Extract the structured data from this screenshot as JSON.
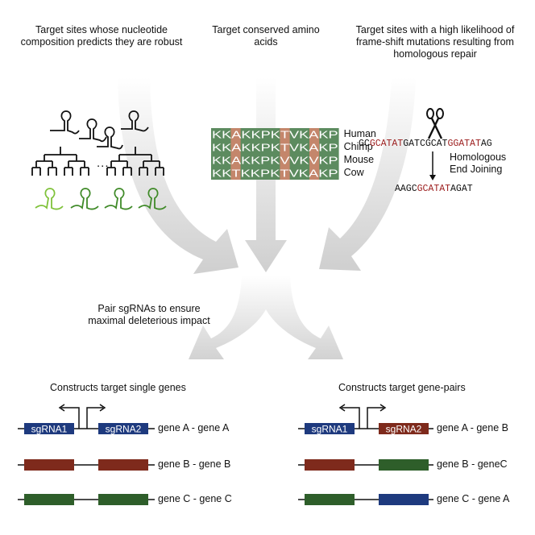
{
  "columns": [
    {
      "text": "Target sites whose nucleotide composition predicts they are robust"
    },
    {
      "text": "Target conserved amino acids"
    },
    {
      "text": "Target sites with a high likelihood of frame-shift mutations resulting from homologous repair"
    }
  ],
  "ellipsis": "...",
  "alignment": {
    "rows": [
      {
        "seq": "KKAKKPKTVKAKP",
        "species": "Human"
      },
      {
        "seq": "KKAKKPKTVKAKP",
        "species": "Chimp"
      },
      {
        "seq": "KKAKKPKVVKVKP",
        "species": "Mouse"
      },
      {
        "seq": "KKTKKPKTVKAKP",
        "species": "Cow"
      }
    ],
    "highlight_columns": [
      2,
      7,
      10
    ],
    "colors": {
      "base": "#5c8b5f",
      "highlight": "#c4866b",
      "text": "#ffffff"
    }
  },
  "repair": {
    "top_segments": [
      {
        "t": "GC",
        "red": false
      },
      {
        "t": "GCATAT",
        "red": true
      },
      {
        "t": "GATCGCAT",
        "red": false
      },
      {
        "t": "GGATAT",
        "red": true
      },
      {
        "t": "AG",
        "red": false
      }
    ],
    "bottom_segments": [
      {
        "t": "AAGC",
        "red": false
      },
      {
        "t": "GCATAT",
        "red": true
      },
      {
        "t": "AGAT",
        "red": false
      }
    ],
    "label": "Homologous End Joining",
    "red_color": "#9b1b1b"
  },
  "pair_text": "Pair sgRNAs to ensure maximal deleterious impact",
  "left_panel": {
    "title": "Constructs target single genes",
    "rows": [
      {
        "label": "gene A - gene A",
        "box1": "sgRNA1",
        "box2": "sgRNA2",
        "color1": "#1e3a7e",
        "color2": "#1e3a7e"
      },
      {
        "label": "gene B - gene B",
        "box1": "",
        "box2": "",
        "color1": "#7e2a1c",
        "color2": "#7e2a1c"
      },
      {
        "label": "gene C - gene C",
        "box1": "",
        "box2": "",
        "color1": "#2e5e2a",
        "color2": "#2e5e2a"
      }
    ]
  },
  "right_panel": {
    "title": "Constructs target gene-pairs",
    "rows": [
      {
        "label": "gene A - gene B",
        "box1": "sgRNA1",
        "box2": "sgRNA2",
        "color1": "#1e3a7e",
        "color2": "#7e2a1c"
      },
      {
        "label": "gene B - geneC",
        "box1": "",
        "box2": "",
        "color1": "#7e2a1c",
        "color2": "#2e5e2a"
      },
      {
        "label": "gene C - gene A",
        "box1": "",
        "box2": "",
        "color1": "#2e5e2a",
        "color2": "#1e3a7e"
      }
    ]
  }
}
